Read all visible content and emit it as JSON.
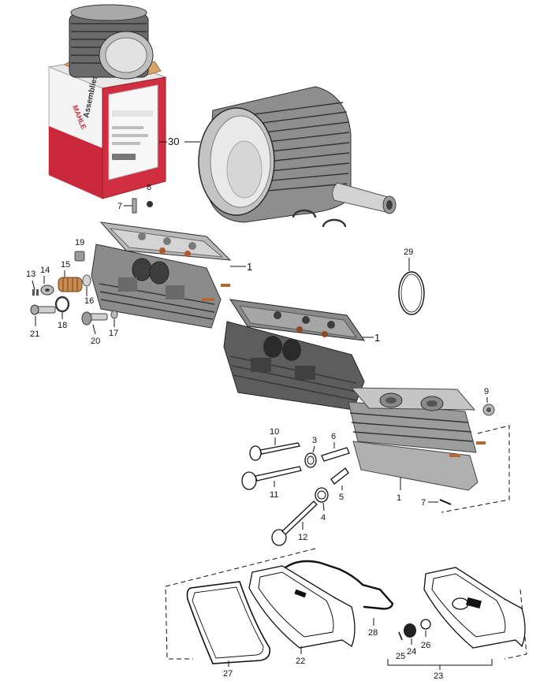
{
  "box": {
    "brand": "MAHLE",
    "label": "Assemblies"
  },
  "callouts": {
    "c1a": "1",
    "c1b": "1",
    "c1c": "1",
    "c3": "3",
    "c4": "4",
    "c5": "5",
    "c6": "6",
    "c7a": "7",
    "c7b": "7",
    "c8": "8",
    "c9": "9",
    "c10": "10",
    "c11": "11",
    "c12": "12",
    "c13": "13",
    "c14": "14",
    "c15": "15",
    "c16": "16",
    "c17": "17",
    "c18": "18",
    "c19": "19",
    "c20": "20",
    "c21": "21",
    "c22": "22",
    "c23": "23",
    "c24": "24",
    "c25": "25",
    "c26": "26",
    "c27": "27",
    "c28": "28",
    "c29": "29",
    "c30": "30"
  }
}
